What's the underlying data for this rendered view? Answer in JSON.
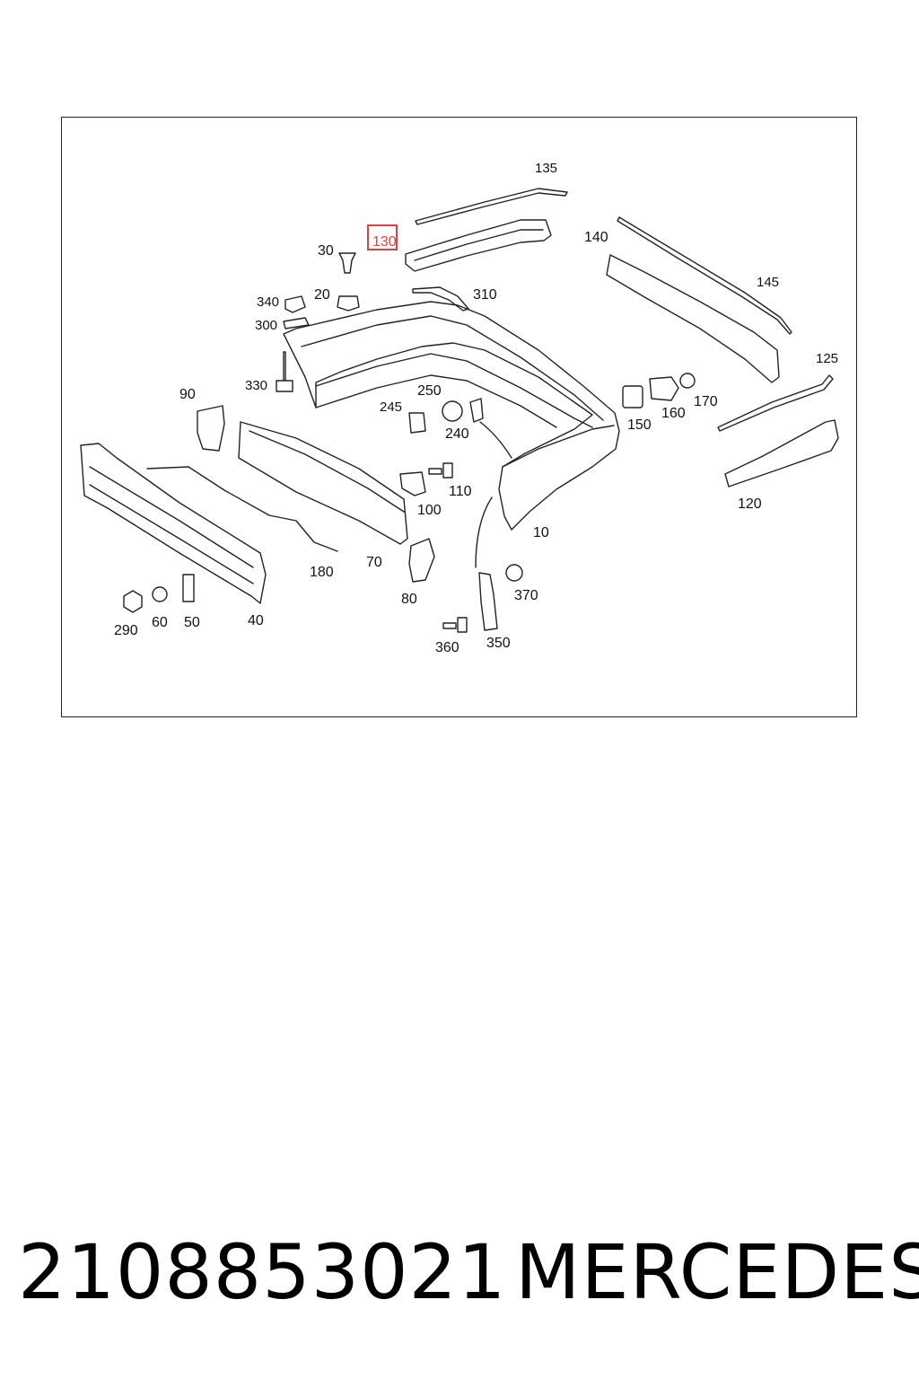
{
  "diagram": {
    "highlighted_label": "130",
    "labels": {
      "l135": "135",
      "l30": "30",
      "l140": "140",
      "l145": "145",
      "l20": "20",
      "l310": "310",
      "l340": "340",
      "l300": "300",
      "l330": "330",
      "l125": "125",
      "l90": "90",
      "l250": "250",
      "l245": "245",
      "l240": "240",
      "l150": "150",
      "l160": "160",
      "l170": "170",
      "l110": "110",
      "l100": "100",
      "l10": "10",
      "l120": "120",
      "l180": "180",
      "l70": "70",
      "l80": "80",
      "l370": "370",
      "l290": "290",
      "l60": "60",
      "l50": "50",
      "l40": "40",
      "l360": "360",
      "l350": "350"
    }
  },
  "caption": {
    "part_number": "2108853021",
    "brand": "MERCEDES"
  }
}
